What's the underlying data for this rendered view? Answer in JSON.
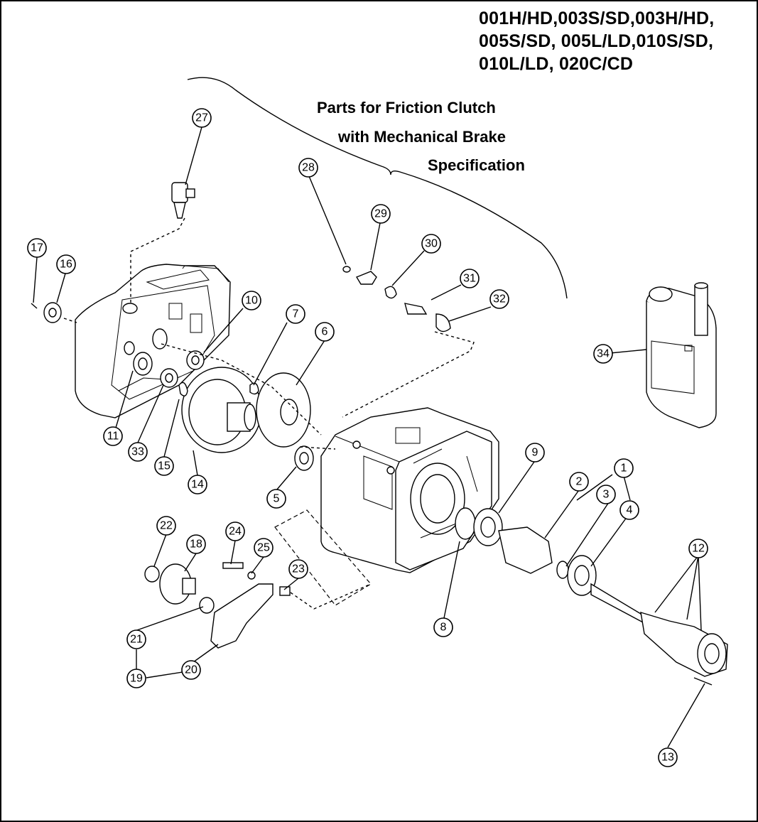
{
  "models": {
    "line1": "001H/HD,003S/SD,003H/HD,",
    "line2": "005S/SD, 005L/LD,010S/SD,",
    "line3": "010L/LD, 020C/CD"
  },
  "spec_label": {
    "line1": "Parts for Friction Clutch",
    "line2": "with Mechanical Brake",
    "line3": "Specification"
  },
  "callouts": [
    "1",
    "2",
    "3",
    "4",
    "5",
    "6",
    "7",
    "8",
    "9",
    "10",
    "11",
    "12",
    "13",
    "14",
    "15",
    "16",
    "17",
    "18",
    "19",
    "20",
    "21",
    "22",
    "23",
    "24",
    "25",
    "27",
    "28",
    "29",
    "30",
    "31",
    "32",
    "33",
    "34"
  ],
  "colors": {
    "line": "#000000",
    "background": "#ffffff"
  }
}
